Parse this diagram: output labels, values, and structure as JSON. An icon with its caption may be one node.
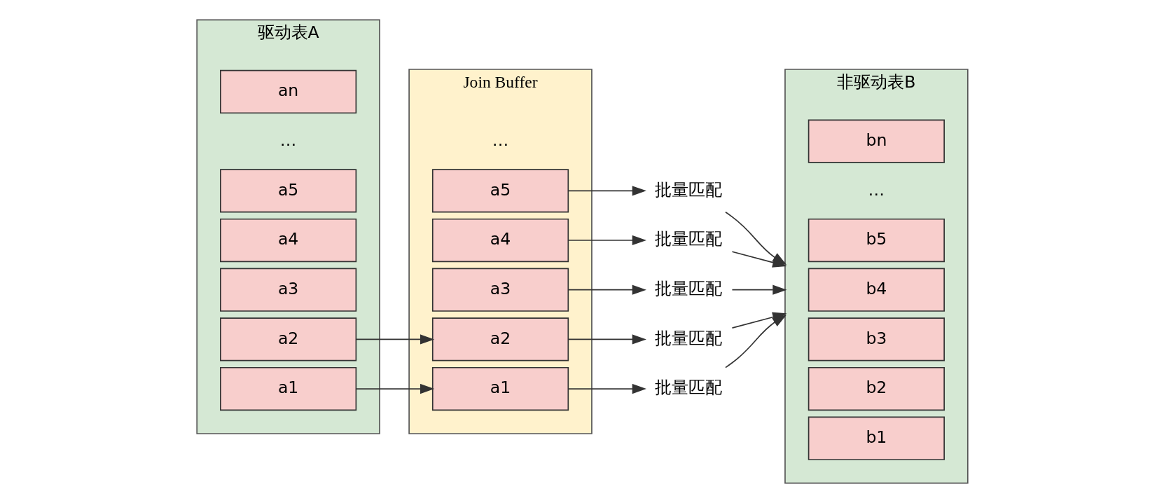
{
  "diagram": {
    "nodes": [
      {
        "text": [
          "驱动表A"
        ]
      },
      {
        "text": [
          "a1"
        ],
        "in": 0
      },
      {
        "text": [
          "a2"
        ],
        "in": 0
      },
      {
        "text": [
          "a3"
        ],
        "in": 0
      },
      {
        "text": [
          "a4"
        ],
        "in": 0
      },
      {
        "text": [
          "a5"
        ],
        "in": 0
      },
      {
        "text": [
          "an"
        ],
        "in": 0
      },
      {
        "text": [
          "Join Buffer"
        ]
      },
      {
        "text": [
          "a1"
        ],
        "in": 7
      },
      {
        "text": [
          "a2"
        ],
        "in": 7
      },
      {
        "text": [
          "a3"
        ],
        "in": 7
      },
      {
        "text": [
          "a4"
        ],
        "in": 7
      },
      {
        "text": [
          "a5"
        ],
        "in": 7
      },
      {
        "text": [
          "批量匹配"
        ]
      },
      {
        "text": [
          "批量匹配"
        ]
      },
      {
        "text": [
          "批量匹配"
        ]
      },
      {
        "text": [
          "批量匹配"
        ]
      },
      {
        "text": [
          "批量匹配"
        ]
      },
      {
        "text": [
          "非驱动表B"
        ]
      },
      {
        "text": [
          "b1"
        ],
        "in": 18
      },
      {
        "text": [
          "b2"
        ],
        "in": 18
      },
      {
        "text": [
          "b3"
        ],
        "in": 18
      },
      {
        "text": [
          "b4"
        ],
        "in": 18
      },
      {
        "text": [
          "b5"
        ],
        "in": 18
      },
      {
        "text": [
          "bn"
        ],
        "in": 18
      }
    ],
    "edges": [
      {
        "from": 1,
        "to": 8,
        "arrow": "to"
      },
      {
        "from": 2,
        "to": 9,
        "arrow": "to"
      },
      {
        "from": 8,
        "to": 13,
        "arrow": "to"
      },
      {
        "from": 9,
        "to": 14,
        "arrow": "to"
      },
      {
        "from": 10,
        "to": 15,
        "arrow": "to"
      },
      {
        "from": 11,
        "to": 16,
        "arrow": "to"
      },
      {
        "from": 12,
        "to": 17,
        "arrow": "to"
      },
      {
        "from": 13,
        "to": 18,
        "arrow": "to"
      },
      {
        "from": 14,
        "to": 18,
        "arrow": "to"
      },
      {
        "from": 15,
        "to": 18,
        "arrow": "to"
      },
      {
        "from": 16,
        "to": 18,
        "arrow": "to"
      },
      {
        "from": 17,
        "to": 18,
        "arrow": "to"
      }
    ],
    "labels": [
      "…",
      "…",
      "…"
    ]
  }
}
